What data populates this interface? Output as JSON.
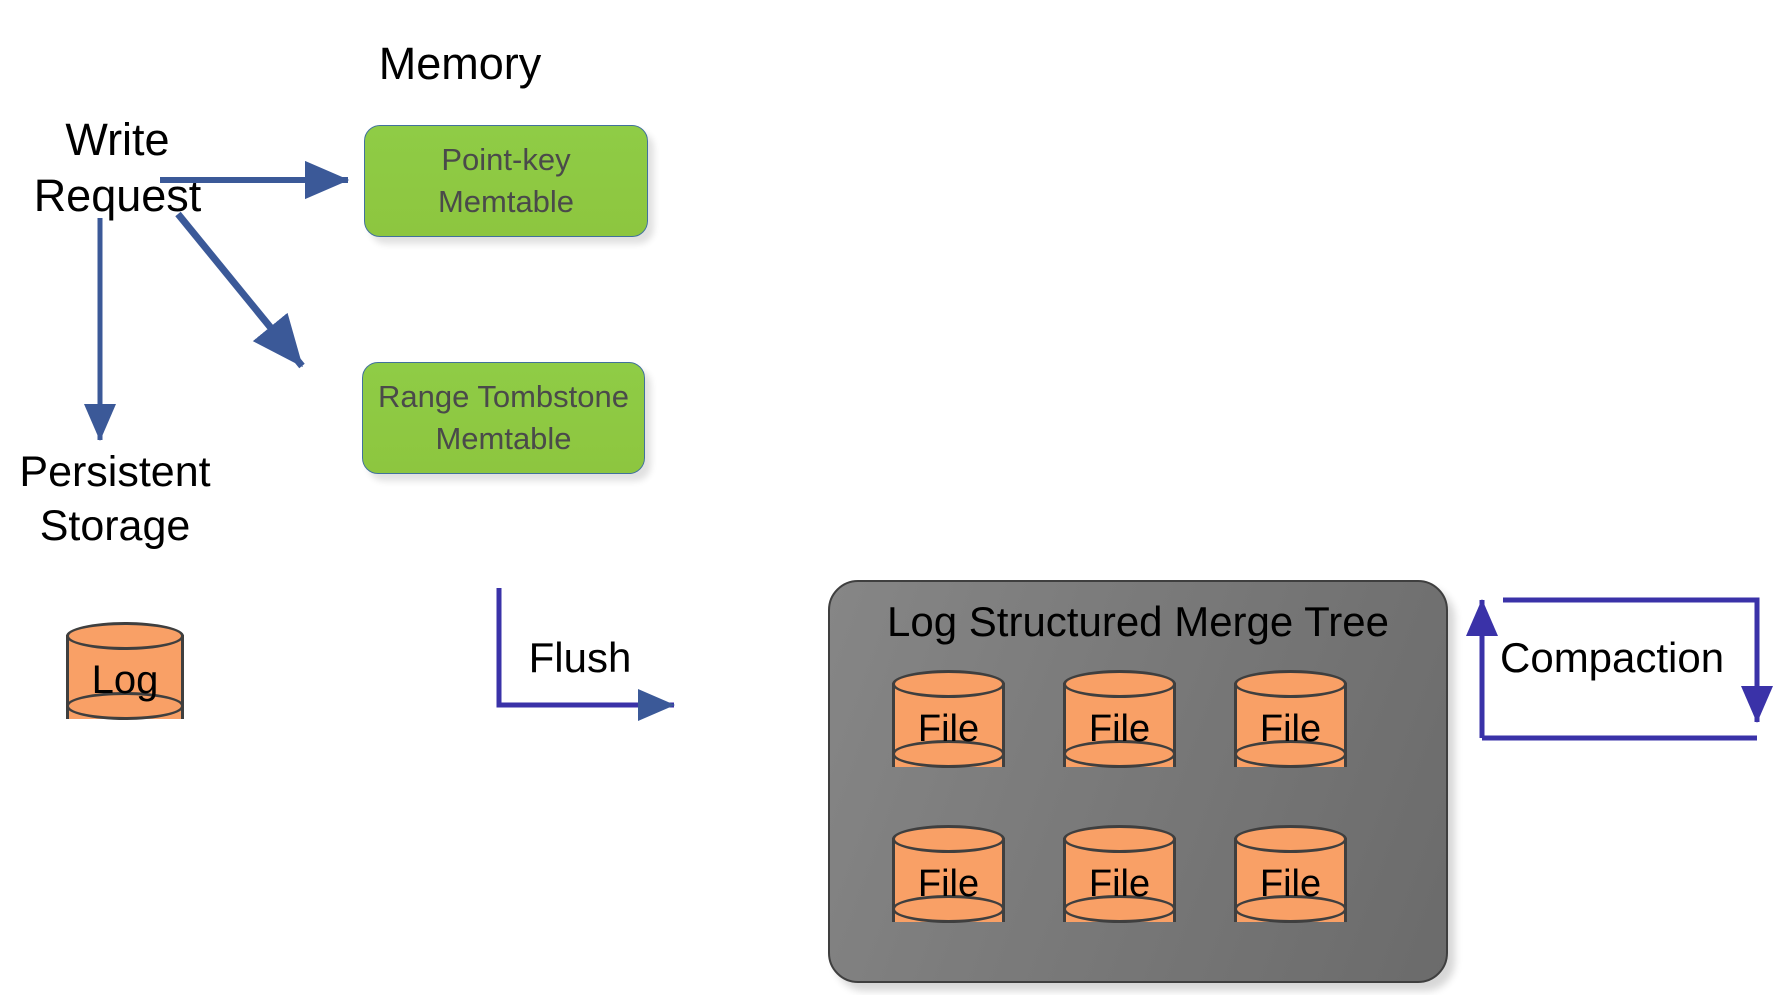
{
  "diagram": {
    "title": "LSM write path diagram",
    "labels": {
      "memory": "Memory",
      "write_request": "Write\nRequest",
      "persistent_storage": "Persistent\nStorage",
      "flush": "Flush",
      "compaction": "Compaction"
    },
    "memtables": [
      {
        "id": "point-key-memtable",
        "text": "Point-key\nMemtable"
      },
      {
        "id": "range-tombstone-memtable",
        "text": "Range Tombstone\nMemtable"
      }
    ],
    "log_cylinder": {
      "label": "Log"
    },
    "lsm": {
      "title": "Log Structured Merge Tree",
      "files": [
        {
          "label": "File"
        },
        {
          "label": "File"
        },
        {
          "label": "File"
        },
        {
          "label": "File"
        },
        {
          "label": "File"
        },
        {
          "label": "File"
        }
      ]
    },
    "arrows": [
      {
        "name": "write-to-point-key-memtable",
        "from": "Write Request",
        "to": "Point-key Memtable"
      },
      {
        "name": "write-to-range-tombstone-memtable",
        "from": "Write Request",
        "to": "Range Tombstone Memtable"
      },
      {
        "name": "write-to-log",
        "from": "Write Request",
        "to": "Log"
      },
      {
        "name": "flush-arrow",
        "from": "Memtables",
        "to": "Log Structured Merge Tree",
        "label": "Flush"
      },
      {
        "name": "compaction-arrow",
        "from": "Log Structured Merge Tree",
        "to": "Log Structured Merge Tree",
        "label": "Compaction"
      }
    ],
    "colors": {
      "memtable_fill": "#8DC63F",
      "memtable_border": "#41719C",
      "memtable_text": "#4A4A4A",
      "cylinder_fill": "#F9A066",
      "cylinder_border": "#3F3F3F",
      "lsm_fill": "#7C7C7C",
      "arrow_blue": "#3B5998",
      "loop_blue": "#3A32A8",
      "text_black": "#000000",
      "background": "#FFFFFF"
    }
  }
}
